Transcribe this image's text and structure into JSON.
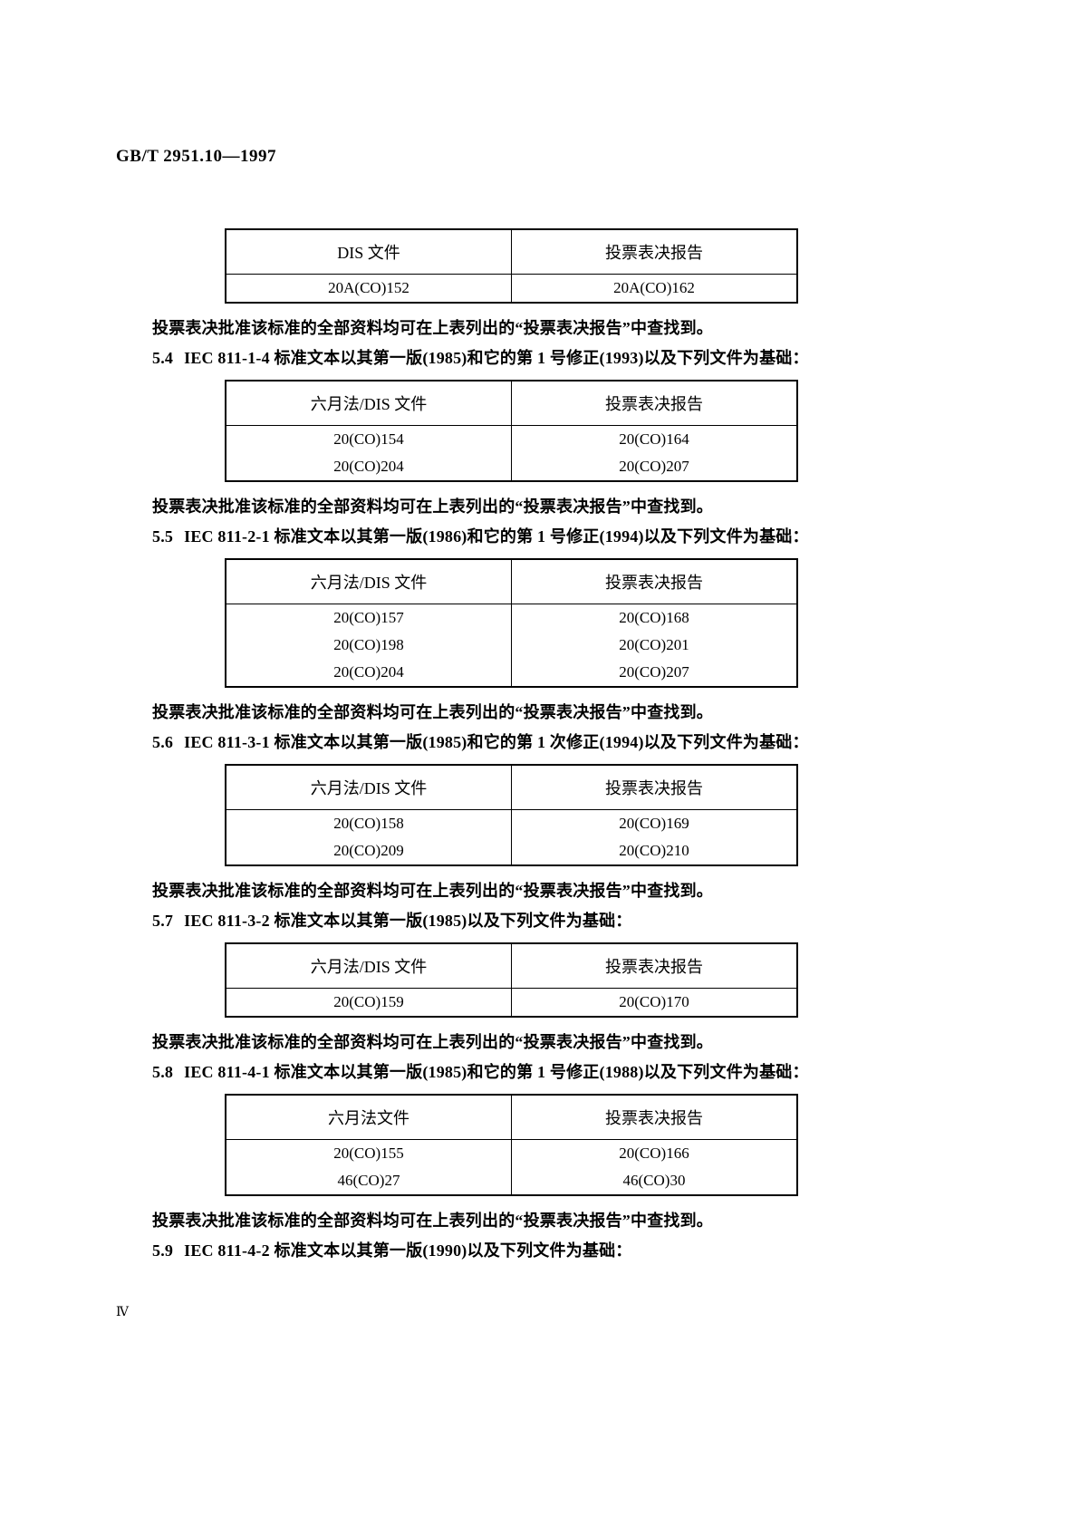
{
  "document": {
    "standard_code": "GB/T 2951.10—1997",
    "page_number": "Ⅳ"
  },
  "common": {
    "note_paragraph": "投票表决批准该标准的全部资料均可在上表列出的“投票表决报告”中查找到。",
    "header_vote_report": "投票表决报告",
    "header_dis": "DIS 文件",
    "header_six_month_dis": "六月法/DIS 文件",
    "header_six_month": "六月法文件"
  },
  "blocks": [
    {
      "table": {
        "headers": [
          "DIS 文件",
          "投票表决报告"
        ],
        "rows": [
          [
            "20A(CO)152",
            "20A(CO)162"
          ]
        ]
      },
      "note": "投票表决批准该标准的全部资料均可在上表列出的“投票表决报告”中查找到。"
    },
    {
      "clause_num": "5.4",
      "clause_text": "IEC 811-1-4 标准文本以其第一版(1985)和它的第 1 号修正(1993)以及下列文件为基础：",
      "table": {
        "headers": [
          "六月法/DIS 文件",
          "投票表决报告"
        ],
        "rows": [
          [
            "20(CO)154",
            "20(CO)164"
          ],
          [
            "20(CO)204",
            "20(CO)207"
          ]
        ]
      },
      "note": "投票表决批准该标准的全部资料均可在上表列出的“投票表决报告”中查找到。"
    },
    {
      "clause_num": "5.5",
      "clause_text": "IEC 811-2-1 标准文本以其第一版(1986)和它的第 1 号修正(1994)以及下列文件为基础：",
      "table": {
        "headers": [
          "六月法/DIS 文件",
          "投票表决报告"
        ],
        "rows": [
          [
            "20(CO)157",
            "20(CO)168"
          ],
          [
            "20(CO)198",
            "20(CO)201"
          ],
          [
            "20(CO)204",
            "20(CO)207"
          ]
        ]
      },
      "note": "投票表决批准该标准的全部资料均可在上表列出的“投票表决报告”中查找到。"
    },
    {
      "clause_num": "5.6",
      "clause_text": "IEC 811-3-1 标准文本以其第一版(1985)和它的第 1 次修正(1994)以及下列文件为基础：",
      "table": {
        "headers": [
          "六月法/DIS 文件",
          "投票表决报告"
        ],
        "rows": [
          [
            "20(CO)158",
            "20(CO)169"
          ],
          [
            "20(CO)209",
            "20(CO)210"
          ]
        ]
      },
      "note": "投票表决批准该标准的全部资料均可在上表列出的“投票表决报告”中查找到。"
    },
    {
      "clause_num": "5.7",
      "clause_text": "IEC 811-3-2 标准文本以其第一版(1985)以及下列文件为基础：",
      "table": {
        "headers": [
          "六月法/DIS 文件",
          "投票表决报告"
        ],
        "rows": [
          [
            "20(CO)159",
            "20(CO)170"
          ]
        ]
      },
      "note": "投票表决批准该标准的全部资料均可在上表列出的“投票表决报告”中查找到。"
    },
    {
      "clause_num": "5.8",
      "clause_text": "IEC 811-4-1 标准文本以其第一版(1985)和它的第 1 号修正(1988)以及下列文件为基础：",
      "table": {
        "headers": [
          "六月法文件",
          "投票表决报告"
        ],
        "rows": [
          [
            "20(CO)155",
            "20(CO)166"
          ],
          [
            "46(CO)27",
            "46(CO)30"
          ]
        ]
      },
      "note": "投票表决批准该标准的全部资料均可在上表列出的“投票表决报告”中查找到。"
    },
    {
      "clause_num": "5.9",
      "clause_text": "IEC 811-4-2 标准文本以其第一版(1990)以及下列文件为基础：",
      "table": null,
      "note": null
    }
  ]
}
